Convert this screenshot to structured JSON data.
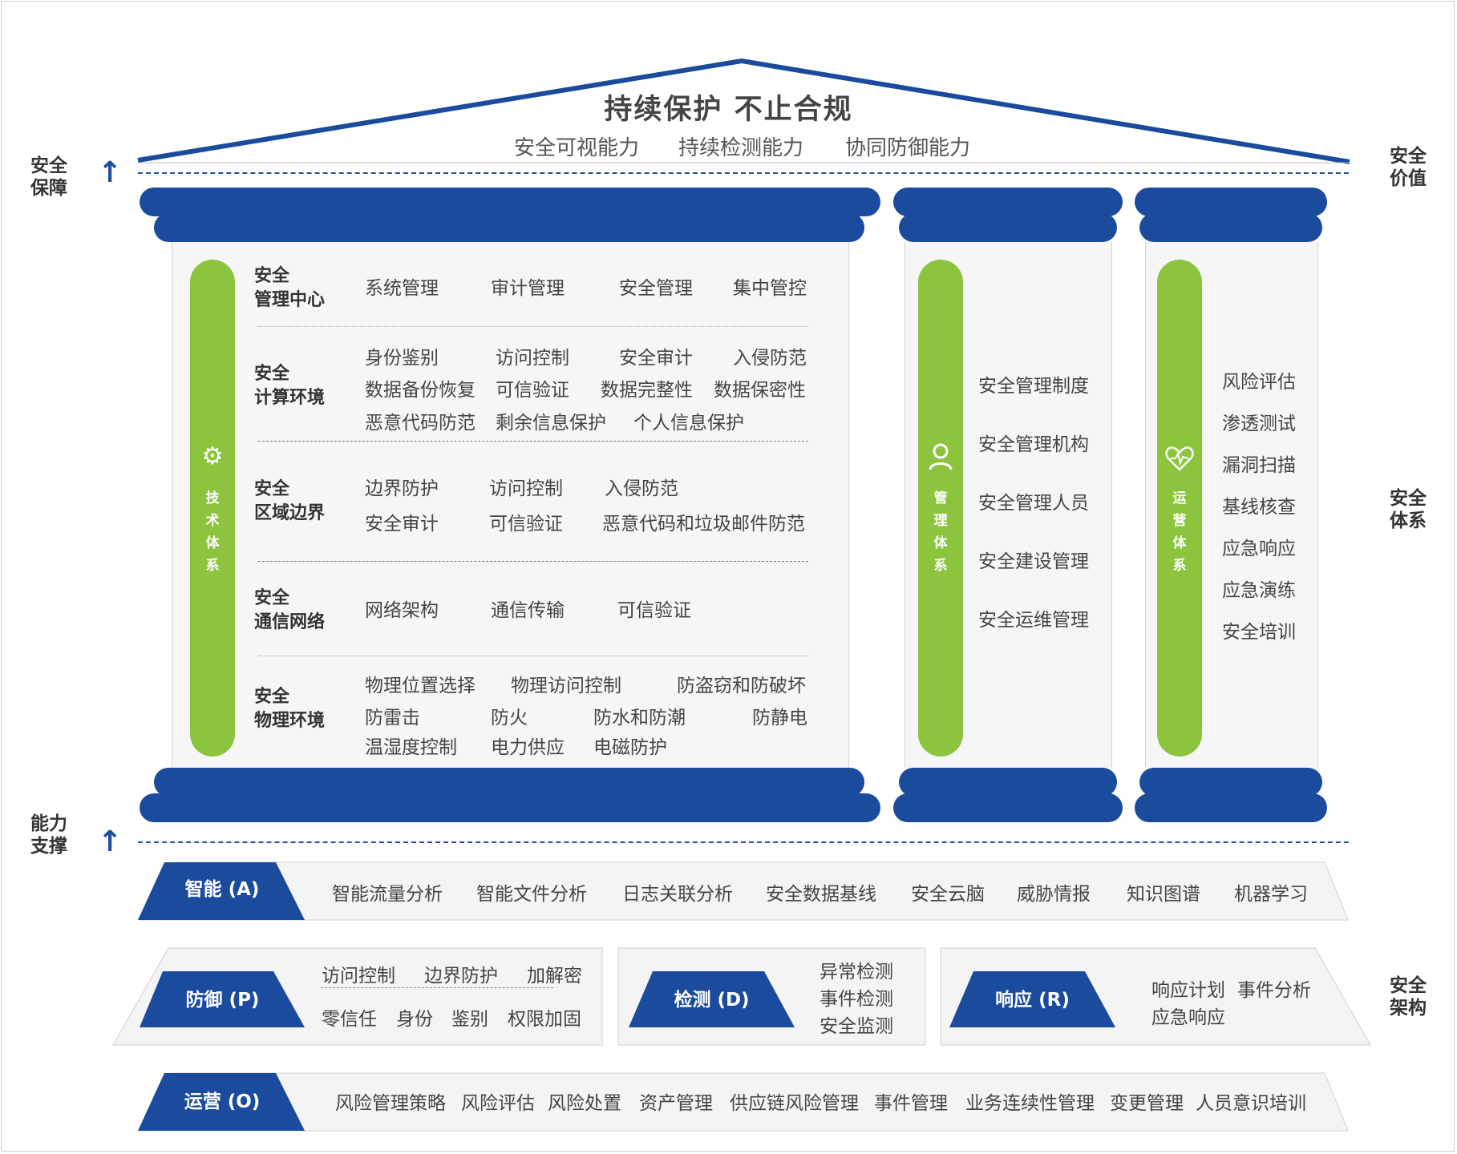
{
  "roof": {
    "title": "持续保护  不止合规",
    "subtitles": [
      "安全可视能力",
      "持续检测能力",
      "协同防御能力"
    ]
  },
  "side_labels": {
    "top_left": "安全\n保障",
    "top_right": "安全\n价值",
    "mid_left": "能力\n支撑",
    "mid_right": "安全\n体系",
    "bottom_right": "安全\n架构"
  },
  "pillars": {
    "tech": {
      "label": "技\n术\n体\n系",
      "icon": "gear-icon",
      "rows": [
        {
          "category": "安全\n管理中心",
          "items": [
            [
              "系统管理",
              "审计管理",
              "安全管理",
              "集中管控"
            ]
          ]
        },
        {
          "category": "安全\n计算环境",
          "items": [
            [
              "身份鉴别",
              "访问控制",
              "安全审计",
              "入侵防范"
            ],
            [
              "数据备份恢复",
              "可信验证",
              "数据完整性",
              "数据保密性"
            ],
            [
              "恶意代码防范",
              "剩余信息保护",
              "个人信息保护"
            ]
          ]
        },
        {
          "category": "安全\n区域边界",
          "items": [
            [
              "边界防护",
              "访问控制",
              "入侵防范"
            ],
            [
              "安全审计",
              "可信验证",
              "恶意代码和垃圾邮件防范"
            ]
          ]
        },
        {
          "category": "安全\n通信网络",
          "items": [
            [
              "网络架构",
              "通信传输",
              "可信验证"
            ]
          ]
        },
        {
          "category": "安全\n物理环境",
          "items": [
            [
              "物理位置选择",
              "物理访问控制",
              "防盗窃和防破坏"
            ],
            [
              "防雷击",
              "防火",
              "防水和防潮",
              "防静电"
            ],
            [
              "温湿度控制",
              "电力供应",
              "电磁防护"
            ]
          ]
        }
      ]
    },
    "mgmt": {
      "label": "管\n理\n体\n系",
      "icon": "person-icon",
      "items": [
        "安全管理制度",
        "安全管理机构",
        "安全管理人员",
        "安全建设管理",
        "安全运维管理"
      ]
    },
    "ops": {
      "label": "运\n营\n体\n系",
      "icon": "heart-pulse-icon",
      "items": [
        "风险评估",
        "渗透测试",
        "漏洞扫描",
        "基线核查",
        "应急响应",
        "应急演练",
        "安全培训"
      ]
    }
  },
  "bands": {
    "smart": {
      "tag": "智能 (A)",
      "items": [
        "智能流量分析",
        "智能文件分析",
        "日志关联分析",
        "安全数据基线",
        "安全云脑",
        "威胁情报",
        "知识图谱",
        "机器学习"
      ]
    },
    "defense": {
      "tag": "防御 (P)",
      "items_row1": [
        "访问控制",
        "边界防护",
        "加解密"
      ],
      "items_row2": [
        "零信任",
        "身份",
        "鉴别",
        "权限加固"
      ]
    },
    "detect": {
      "tag": "检测 (D)",
      "items": [
        "异常检测",
        "事件检测",
        "安全监测"
      ]
    },
    "respond": {
      "tag": "响应 (R)",
      "items_row1": [
        "响应计划",
        "事件分析"
      ],
      "items_row2": [
        "应急响应"
      ]
    },
    "operate": {
      "tag": "运营 (O)",
      "items": [
        "风险管理策略",
        "风险评估",
        "风险处置",
        "资产管理",
        "供应链风险管理",
        "事件管理",
        "业务连续性管理",
        "变更管理",
        "人员意识培训"
      ]
    }
  },
  "colors": {
    "primary": "#1a4b9c",
    "accent": "#8cc43e",
    "band_bg": "#f4f4f4"
  }
}
